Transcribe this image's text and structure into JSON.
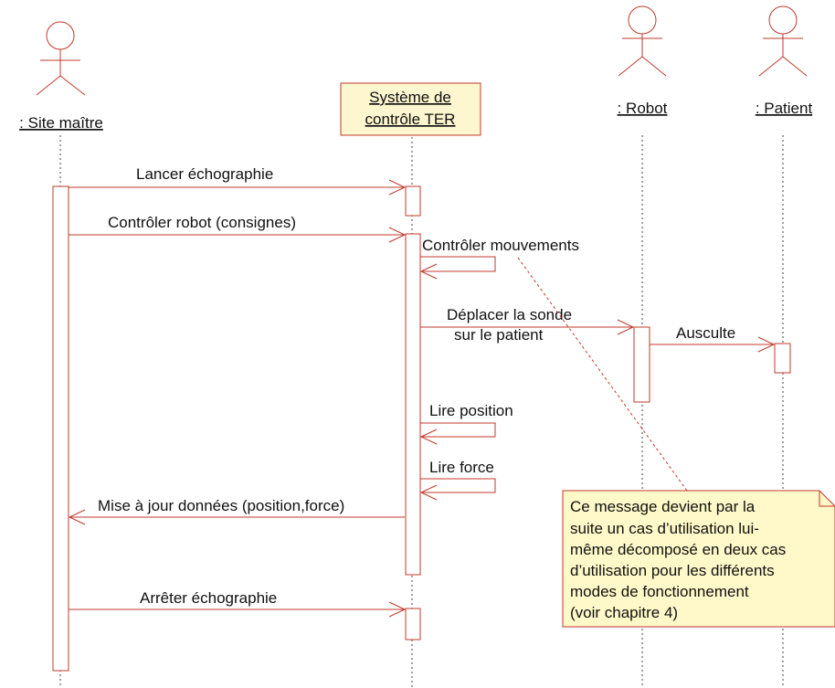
{
  "colors": {
    "line": "#c0392b",
    "lifeline": "#444444",
    "box_fill": "#fdf6cf",
    "note_fill": "#fff8c8",
    "text": "#111111"
  },
  "actors": [
    {
      "id": "site",
      "label": ": Site maître",
      "icon": "actor-stick-figure-icon"
    },
    {
      "id": "robot",
      "label": ": Robot",
      "icon": "actor-stick-figure-icon"
    },
    {
      "id": "patient",
      "label": ": Patient",
      "icon": "actor-stick-figure-icon"
    }
  ],
  "system": {
    "label_line1": "Système de",
    "label_line2": "contrôle TER"
  },
  "messages": [
    {
      "id": "lancer",
      "label": "Lancer échographie"
    },
    {
      "id": "controler-robot",
      "label": "Contrôler robot (consignes)"
    },
    {
      "id": "controler-mouvements",
      "label": "Contrôler mouvements"
    },
    {
      "id": "deplacer",
      "label_line1": "Déplacer la sonde",
      "label_line2": "sur le patient"
    },
    {
      "id": "ausculte",
      "label": "Ausculte"
    },
    {
      "id": "lire-position",
      "label": "Lire position"
    },
    {
      "id": "lire-force",
      "label": "Lire force"
    },
    {
      "id": "mise-a-jour",
      "label": "Mise à jour données (position,force)"
    },
    {
      "id": "arreter",
      "label": "Arrêter échographie"
    }
  ],
  "note": {
    "lines": [
      "Ce message devient par la",
      "suite un cas d’utilisation lui-",
      "même décomposé en deux cas",
      "d’utilisation pour les différents",
      "modes de fonctionnement",
      "(voir chapitre 4)"
    ]
  }
}
